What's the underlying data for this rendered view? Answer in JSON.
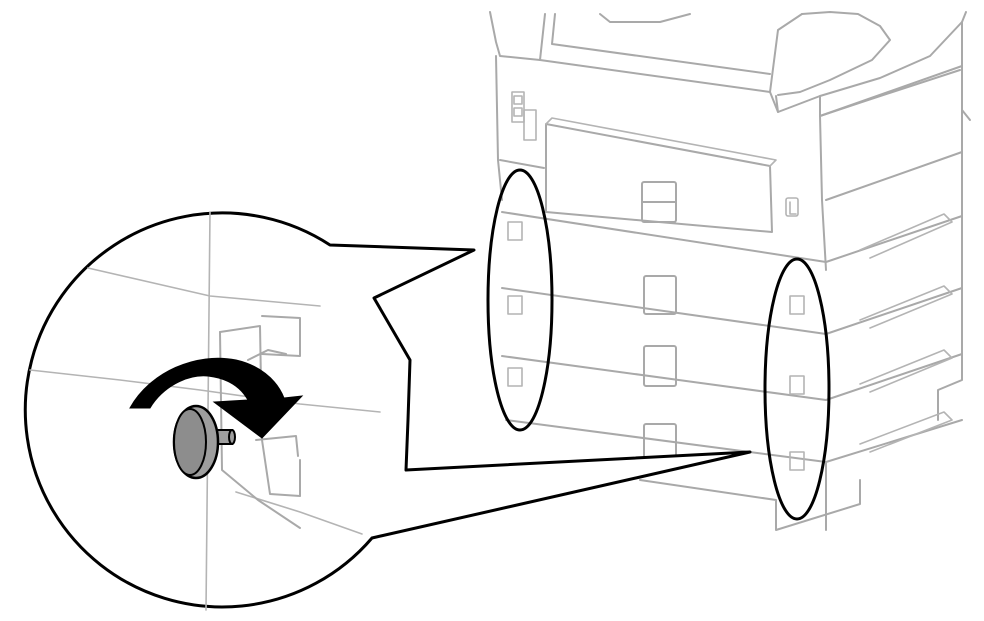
{
  "figure": {
    "kind": "line-illustration",
    "subject": "printer-with-paper-cassettes",
    "line_color_hex": "#a9a9a9",
    "highlight_color_hex": "#000000",
    "knob_color_hex": "#9e9e9e",
    "icons": [
      "printer-illustration",
      "rotation-arrow-icon",
      "thumb-screw-icon",
      "highlight-ellipse-icon",
      "magnifier-callout-icon"
    ]
  }
}
